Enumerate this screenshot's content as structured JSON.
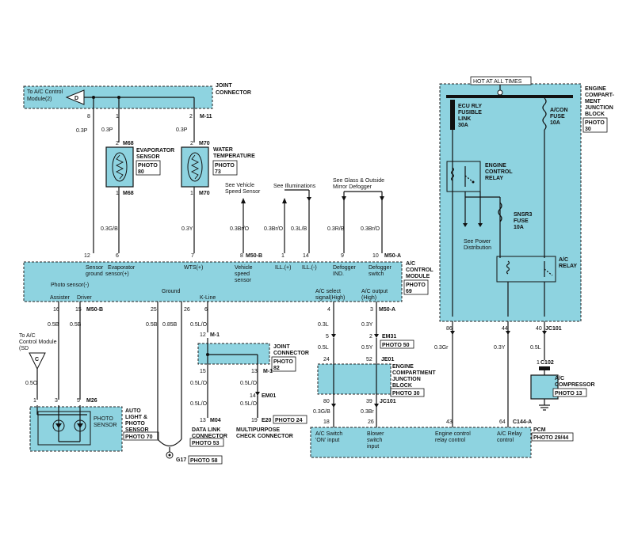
{
  "joint_connector": {
    "title1": "JOINT",
    "title2": "CONNECTOR",
    "to_ac_line1": "To A/C Control",
    "to_ac_line2": "Module(2)",
    "conn": "M-11",
    "p8": "8",
    "p1": "1",
    "p2": "2"
  },
  "evap": {
    "title1": "EVAPORATOR",
    "title2": "SENSOR",
    "photo1": "PHOTO",
    "photo2": "80",
    "conn_top": "M68",
    "conn_bot": "M68",
    "pin_top": "2",
    "pin_bot": "1",
    "wire_top": "0.3P",
    "wire_bot": "0.3G/B"
  },
  "water": {
    "title1": "WATER",
    "title2": "TEMPERATURE",
    "photo1": "PHOTO",
    "photo2": "73",
    "conn_top": "M70",
    "conn_bot": "M70",
    "pin_top": "2",
    "pin_bot": "1",
    "wire_top": "0.3P",
    "wire_bot": "0.3Y"
  },
  "refs": {
    "vehicle_speed1": "See Vehicle",
    "vehicle_speed2": "Speed Sensor",
    "illum": "See Illuminations",
    "glass1": "See Glass & Outside",
    "glass2": "Mirror Defogger"
  },
  "mid_wires": {
    "w1": "0.3P",
    "w2": "0.3Y",
    "w3": "0.3Br/O",
    "w4": "0.3L/B",
    "w5": "0.3R/B",
    "w6": "0.3Br/O"
  },
  "acm": {
    "title1": "A/C",
    "title2": "CONTROL",
    "title3": "MODULE",
    "photo1": "PHOTO",
    "photo2": "69",
    "top_conn": "M50-A",
    "top_pins": [
      "12",
      "6",
      "7",
      "8",
      "1",
      "14",
      "9",
      "10"
    ],
    "top_labels": [
      [
        "Sensor",
        "ground"
      ],
      [
        "Evaporator",
        "sensor(+)"
      ],
      [
        "WTS(+)"
      ],
      [
        "Vehicle",
        "speed",
        "sensor"
      ],
      [
        "ILL.(+)"
      ],
      [
        "ILL.(-)"
      ],
      [
        "Defogger",
        "IND."
      ],
      [
        "Defogger",
        "switch"
      ]
    ],
    "photo_sensor": "Photo sensor(-)",
    "assister": "Assister",
    "driver": "Driver",
    "ground": "Ground",
    "kline": "K-Line",
    "ac_select1": "A/C select",
    "ac_select2": "signal(High)",
    "ac_output1": "A/C output",
    "ac_output2": "(High)",
    "bot_pins_left": [
      "16",
      "15"
    ],
    "bot_conn_left": "M50-B",
    "bot_pins_gnd": [
      "25",
      "26"
    ],
    "bot_pin_kline": "6",
    "bot_pins_right": [
      "4",
      "3"
    ],
    "bot_conn_right": "M50-A"
  },
  "left_lower": {
    "w05b_a": "0.5B",
    "w05b_b": "0.5B",
    "to_ac1": "To A/C",
    "to_ac2": "Control Module",
    "to_ac3": "(SD",
    "c_label": "C",
    "w05o": "0.5O",
    "p1": "1",
    "p3": "3",
    "p5": "5",
    "conn": "M26",
    "photo_sensor1": "PHOTO",
    "photo_sensor2": "SENSOR",
    "title1": "AUTO",
    "title2": "LIGHT &",
    "title3": "PHOTO",
    "title4": "SENSOR",
    "photo": "PHOTO 70"
  },
  "ground_wires": {
    "g1": "0.5B",
    "g2": "0.85B",
    "kline": "0.5L/O",
    "g17": "G17",
    "g17_photo": "PHOTO 58"
  },
  "jc82": {
    "title1": "JOINT",
    "title2": "CONNECTOR",
    "photo1": "PHOTO",
    "photo2": "82",
    "conn_top": "M-1",
    "conn_bot": "M-1",
    "p12": "12",
    "p15": "15",
    "p13": "13",
    "w_a": "0.5L/O",
    "w_b": "0.5L/O",
    "w_c": "0.5L/O",
    "w_d": "0.5L/O"
  },
  "dlc": {
    "pin": "13",
    "conn": "M04",
    "title1": "DATA LINK",
    "title2": "CONNECTOR",
    "photo": "PHOTO 53"
  },
  "mpc": {
    "em01_pin": "14",
    "em01": "EM01",
    "e20_pin": "19",
    "e20": "E20",
    "photo": "PHOTO 24",
    "title1": "MULTIPURPOSE",
    "title2": "CHECK CONNECTOR"
  },
  "ecjb_mid": {
    "w03l": "0.3L",
    "w03y": "0.3Y",
    "w05l": "0.5L",
    "w05y": "0.5Y",
    "p5": "5",
    "p2": "2",
    "em31": "EM31",
    "em31_photo": "PHOTO 50",
    "p24": "24",
    "p52": "52",
    "je01": "JE01",
    "title1": "ENGINE",
    "title2": "COMPARTMENT",
    "title3": "JUNCTION",
    "title4": "BLOCK",
    "photo": "PHOTO 30",
    "p80": "80",
    "p39": "39",
    "jc101": "JC101",
    "w03gb": "0.3G/B",
    "w03br": "0.3Br"
  },
  "pcm": {
    "p18": "18",
    "p26": "26",
    "p43": "43",
    "p64": "64",
    "conn": "C144-A",
    "title": "PCM",
    "photo": "PHOTO 29/44",
    "lbl1": [
      "A/C Switch",
      "'ON' input"
    ],
    "lbl2": [
      "Blower",
      "switch",
      "input"
    ],
    "lbl3": [
      "Engine control",
      "relay control"
    ],
    "lbl4": [
      "A/C Relay",
      "control"
    ]
  },
  "ecjb_right": {
    "hot": "HOT AT ALL TIMES",
    "title1": "ENGINE",
    "title2": "COMPART-",
    "title3": "MENT",
    "title4": "JUNCTION",
    "title5": "BLOCK",
    "photo1": "PHOTO",
    "photo2": "30",
    "ecu_rly1": "ECU RLY",
    "ecu_rly2": "FUSIBLE",
    "ecu_rly3": "LINK",
    "ecu_rly4": "30A",
    "acon1": "A/CON",
    "acon2": "FUSE",
    "acon3": "10A",
    "ecr1": "ENGINE",
    "ecr2": "CONTROL",
    "ecr3": "RELAY",
    "snsr1": "SNSR3",
    "snsr2": "FUSE",
    "snsr3": "10A",
    "power1": "See Power",
    "power2": "Distribution",
    "acr1": "A/C",
    "acr2": "RELAY",
    "p86": "86",
    "p44": "44",
    "p40": "40",
    "jc101": "JC101",
    "w03gr": "0.3Gr",
    "w03y": "0.3Y",
    "w05l": "0.5L",
    "p1": "1",
    "c102": "C102",
    "comp1": "A/C",
    "comp2": "COMPRESSOR",
    "comp_photo": "PHOTO 13"
  }
}
